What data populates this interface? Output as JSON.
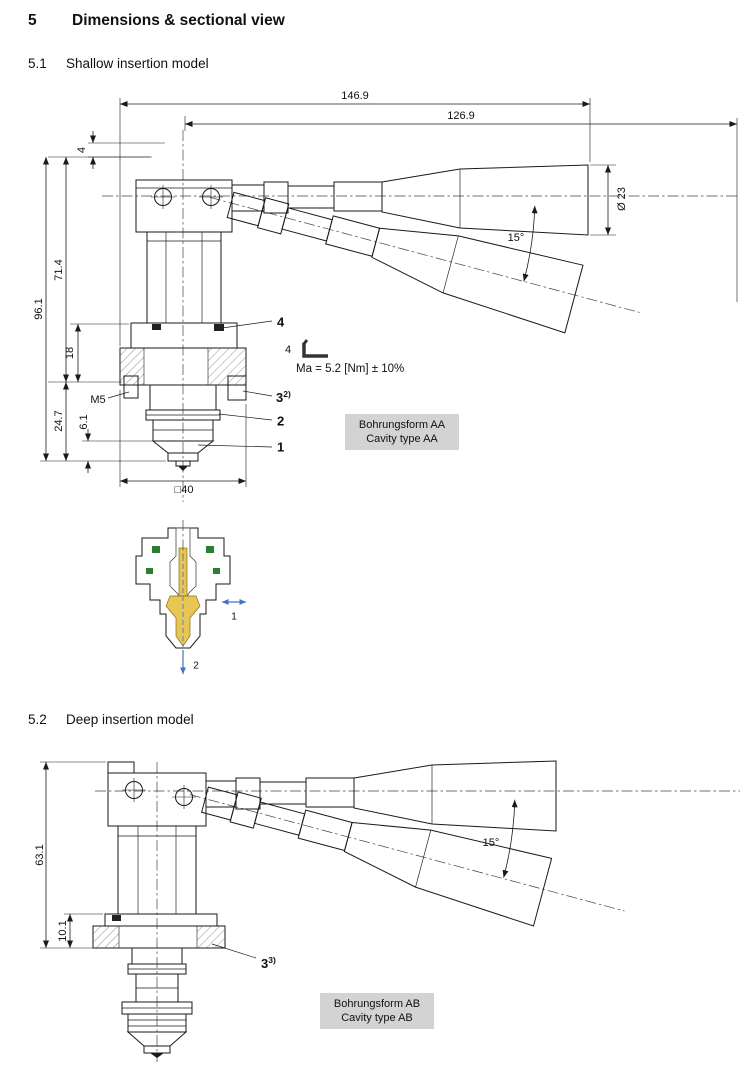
{
  "headings": {
    "section": {
      "number": "5",
      "title": "Dimensions & sectional view"
    },
    "sub1": {
      "number": "5.1",
      "title": "Shallow insertion model"
    },
    "sub2": {
      "number": "5.2",
      "title": "Deep insertion model"
    }
  },
  "shallow": {
    "dimensions": {
      "total_length": "146.9",
      "lever_length": "126.9",
      "top_step": "4",
      "body_height": "71.4",
      "total_height": "96.1",
      "collar_height": "18",
      "insert_depth": "24.7",
      "tip_height": "6.1",
      "thread": "M5",
      "flange_square": "□40",
      "handle_diameter": "Ø 23",
      "lever_angle": "15°"
    },
    "callouts": {
      "item_4": "4",
      "item_3": "3",
      "item_3_note": "2)",
      "item_2": "2",
      "item_1": "1"
    },
    "torque_note": {
      "wrench_size": "4",
      "text": "Ma = 5.2 [Nm] ± 10%"
    },
    "cavity": {
      "line1": "Bohrungsform AA",
      "line2": "Cavity type AA"
    }
  },
  "section_view": {
    "flow_1": "1",
    "flow_2": "2"
  },
  "deep": {
    "dimensions": {
      "total_height": "63.1",
      "collar_height": "10.1",
      "lever_angle": "15°"
    },
    "callouts": {
      "item_3": "3",
      "item_3_note": "3)"
    },
    "cavity": {
      "line1": "Bohrungsform AB",
      "line2": "Cavity type AB"
    }
  }
}
